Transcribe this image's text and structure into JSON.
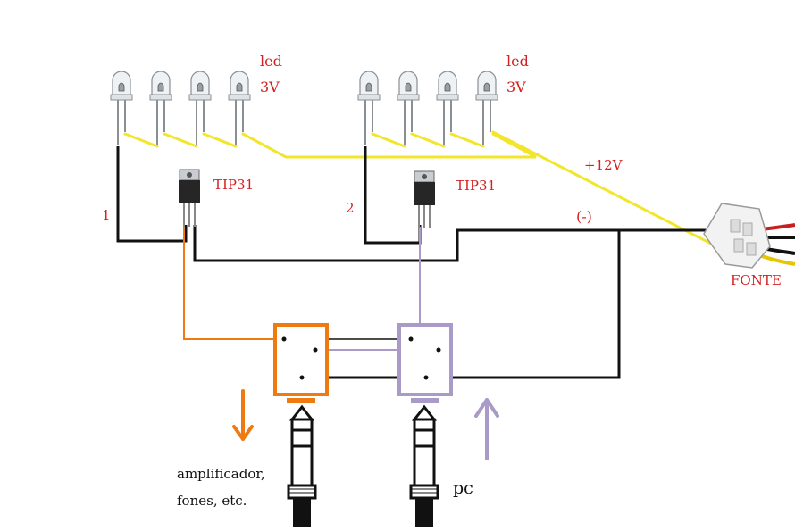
{
  "colors": {
    "yellow_wire": "#f2e62c",
    "orange": "#f07a12",
    "lilac": "#a99ac8",
    "black_wire": "#111111",
    "label_red": "#d42020"
  },
  "labels": {
    "led_left": "led",
    "led_left_voltage": "3V",
    "led_right": "led",
    "led_right_voltage": "3V",
    "supply_positive": "+12V",
    "transistor_left": "TIP31",
    "transistor_right": "TIP31",
    "channel_1": "1",
    "channel_2": "2",
    "ground": "(-)",
    "power_connector": "FONTE",
    "output_line1": "amplificador,",
    "output_line2": "fones, etc.",
    "input_source": "pc"
  },
  "icons": {
    "led": "led-icon",
    "transistor": "to220-transistor-icon",
    "jack_socket": "audio-jack-socket-icon",
    "plug": "trs-plug-icon",
    "power_connector": "molex-connector-icon",
    "arrow_down": "arrow-down-icon",
    "arrow_up": "arrow-up-icon"
  }
}
